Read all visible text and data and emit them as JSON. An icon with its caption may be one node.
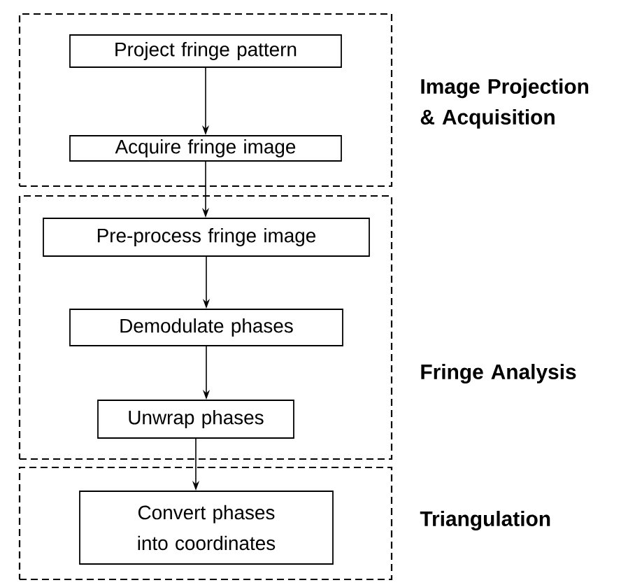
{
  "diagram": {
    "nodes": [
      {
        "text": [
          "Image Projection & Acquisition"
        ]
      },
      {
        "text": [
          "Project fringe pattern"
        ],
        "in": 0
      },
      {
        "text": [
          "Acquire fringe image"
        ],
        "in": 0
      },
      {
        "text": [
          "Fringe Analysis"
        ]
      },
      {
        "text": [
          "Pre-process fringe image"
        ],
        "in": 3
      },
      {
        "text": [
          "Demodulate phases"
        ],
        "in": 3
      },
      {
        "text": [
          "Unwrap phases"
        ],
        "in": 3
      },
      {
        "text": [
          "Triangulation"
        ]
      },
      {
        "text": [
          "Convert phases into coordinates"
        ],
        "in": 7
      }
    ],
    "edges": [
      {
        "from": 1,
        "to": 2,
        "arrow": "to"
      },
      {
        "from": 2,
        "to": 4,
        "arrow": "to"
      },
      {
        "from": 4,
        "to": 5,
        "arrow": "to"
      },
      {
        "from": 5,
        "to": 6,
        "arrow": "to"
      },
      {
        "from": 6,
        "to": 8,
        "arrow": "to"
      }
    ]
  }
}
